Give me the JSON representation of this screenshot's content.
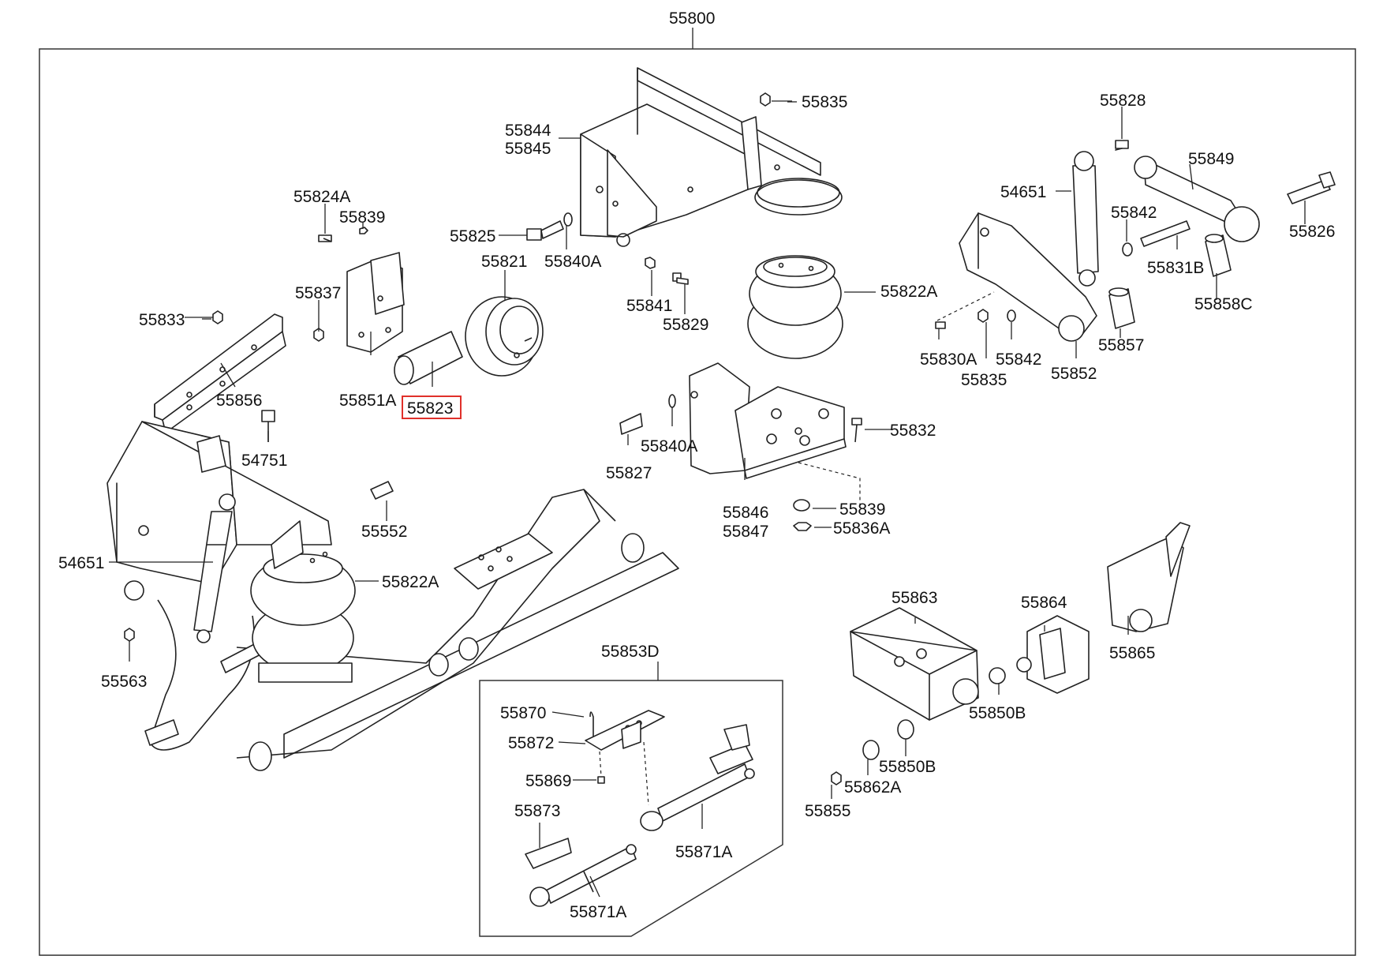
{
  "diagram": {
    "assembly_number": "55800",
    "highlighted_part": "55823",
    "highlight_color": "#e0302a",
    "labels": {
      "l55835a": "55835",
      "l55844": "55844",
      "l55845": "55845",
      "l55828": "55828",
      "l55849": "55849",
      "l54651a": "54651",
      "l55824A": "55824A",
      "l55839a": "55839",
      "l55842a": "55842",
      "l55826": "55826",
      "l55825": "55825",
      "l55840Aa": "55840A",
      "l55821": "55821",
      "l55831B": "55831B",
      "l55858C": "55858C",
      "l55837": "55837",
      "l55841": "55841",
      "l55829": "55829",
      "l55822Aa": "55822A",
      "l55833": "55833",
      "l55830A": "55830A",
      "l55842b": "55842",
      "l55857": "55857",
      "l55851A": "55851A",
      "l55823": "55823",
      "l55835b": "55835",
      "l55852": "55852",
      "l55856": "55856",
      "l55840Ab": "55840A",
      "l55832": "55832",
      "l54751": "54751",
      "l55827": "55827",
      "l55846": "55846",
      "l55847": "55847",
      "l55839b": "55839",
      "l55836A": "55836A",
      "l55552": "55552",
      "l54651b": "54651",
      "l55822Ab": "55822A",
      "l55863": "55863",
      "l55864": "55864",
      "l55865": "55865",
      "l55563": "55563",
      "l55853D": "55853D",
      "l55850Ba": "55850B",
      "l55870": "55870",
      "l55872": "55872",
      "l55850Bb": "55850B",
      "l55869": "55869",
      "l55862A": "55862A",
      "l55855": "55855",
      "l55873": "55873",
      "l55871Aa": "55871A",
      "l55871Ab": "55871A"
    }
  }
}
